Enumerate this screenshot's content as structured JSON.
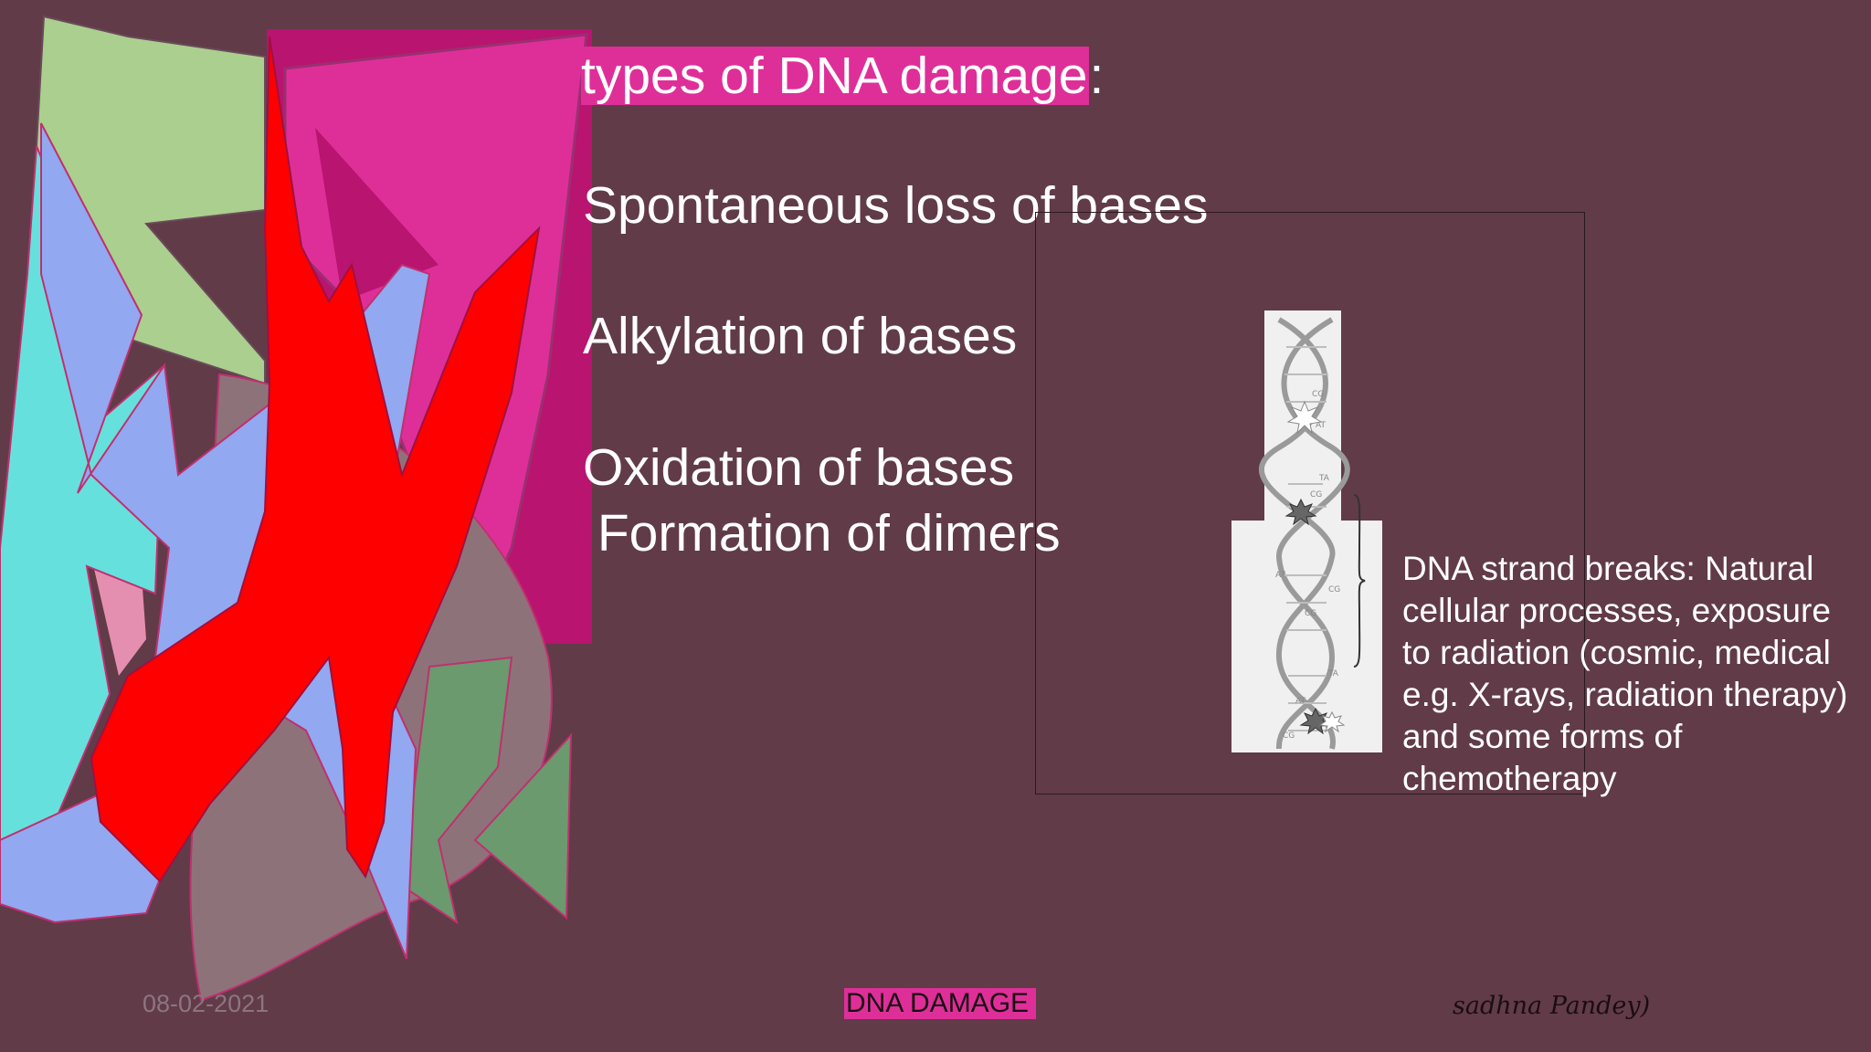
{
  "slide": {
    "heading_highlight": "types of DNA damage",
    "heading_suffix": ":",
    "bullets": [
      "Spontaneous loss of bases",
      "Alkylation of bases",
      "Oxidation of bases",
      " Formation of dimers"
    ],
    "description": "DNA strand breaks: Natural cellular processes, exposure to radiation (cosmic, medical e.g. X-rays, radiation therapy) and some forms of chemotherapy",
    "diagram_labels": [
      "CG",
      "AT",
      "TA",
      "CG",
      "GC",
      "AT",
      "CG",
      "CG",
      "TA",
      "AT",
      "CG"
    ]
  },
  "footer": {
    "date": "08-02-2021",
    "title": "DNA DAMAGE",
    "author": "sadhna Pandey)"
  },
  "colors": {
    "background": "#613b48",
    "highlight": "#de2f99",
    "red": "#ff0000",
    "magenta": "#de2f99",
    "dark_magenta": "#b91470",
    "green": "#abcf8e",
    "periwinkle": "#92a8f0",
    "cyan": "#66e0dd",
    "mauve": "#8e727a",
    "sage": "#6a9a6e",
    "pink": "#e58fb0"
  }
}
